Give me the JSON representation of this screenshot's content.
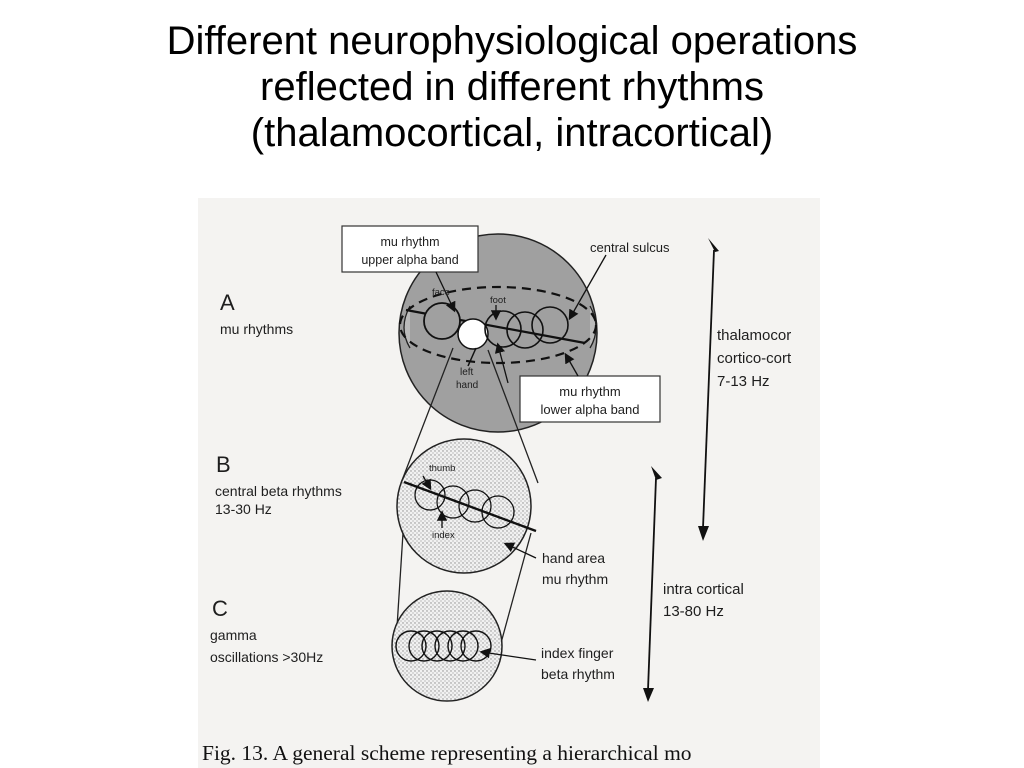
{
  "slide": {
    "title_lines": [
      "Different neurophysiological operations",
      "reflected in different rhythms",
      "(thalamocortical, intracortical)"
    ]
  },
  "figure": {
    "panel_a": {
      "letter": "A",
      "desc": "mu rhythms"
    },
    "panel_b": {
      "letter": "B",
      "desc_lines": [
        "central beta rhythms",
        "13-30 Hz"
      ]
    },
    "panel_c": {
      "letter": "C",
      "desc_lines": [
        "gamma",
        "oscillations >30Hz"
      ]
    },
    "head_labels": {
      "mu_upper_lines": [
        "mu rhythm",
        "upper alpha band"
      ],
      "central_sulcus": "central sulcus",
      "face": "face",
      "foot": "foot",
      "left_hand_lines": [
        "left",
        "hand"
      ],
      "mu_lower_lines": [
        "mu rhythm",
        "lower alpha band"
      ]
    },
    "zoom_labels": {
      "thumb": "thumb",
      "index": "index",
      "hand_area_lines": [
        "hand area",
        "mu rhythm"
      ],
      "index_finger_lines": [
        "index finger",
        "beta rhythm"
      ]
    },
    "ranges": {
      "thalamo_lines": [
        "thalamocor",
        "cortico-cort",
        "7-13 Hz"
      ],
      "intra_lines": [
        "intra cortical",
        "13-80 Hz"
      ]
    },
    "caption": "Fig. 13.  A general scheme representing a hierarchical mo"
  }
}
